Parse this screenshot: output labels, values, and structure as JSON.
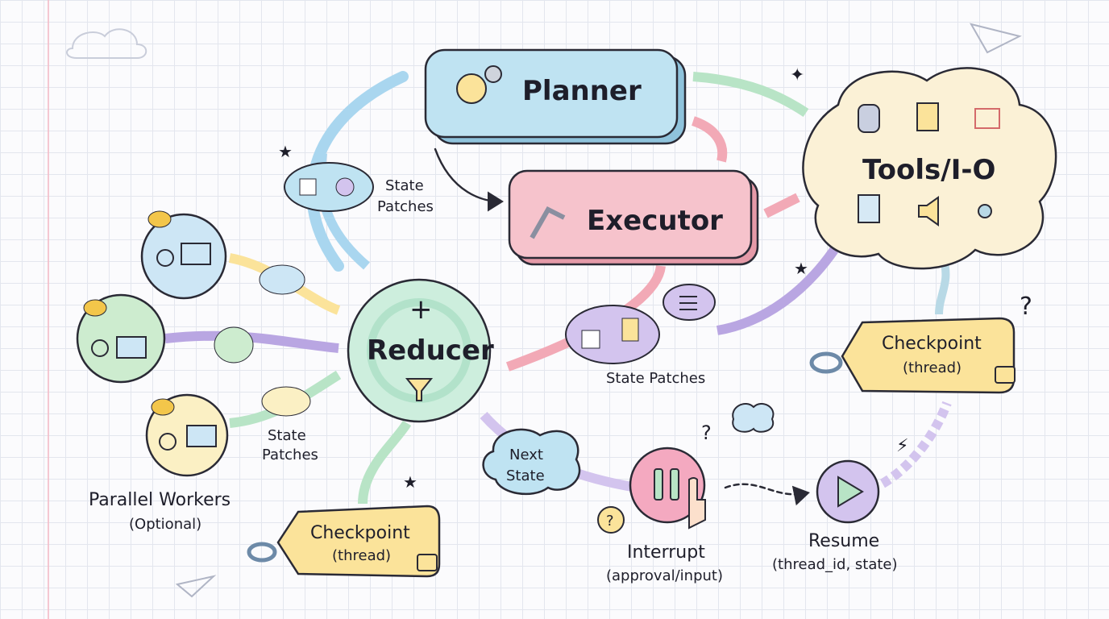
{
  "nodes": {
    "planner": "Planner",
    "executor": "Executor",
    "tools": "Tools/I-O",
    "reducer": "Reducer",
    "next_state": [
      "Next",
      "State"
    ],
    "interrupt": [
      "Interrupt",
      "(approval/input)"
    ],
    "resume": [
      "Resume",
      "(thread_id, state)"
    ],
    "checkpoint_right": [
      "Checkpoint",
      "(thread)"
    ],
    "checkpoint_bottom": [
      "Checkpoint",
      "(thread)"
    ],
    "parallel_workers": [
      "Parallel Workers",
      "(Optional)"
    ]
  },
  "labels": {
    "state_patches_top": [
      "State",
      "Patches"
    ],
    "state_patches_right": "State Patches",
    "state_patches_left": [
      "State",
      "Patches"
    ]
  },
  "colors": {
    "planner": "#bfe3f2",
    "executor": "#f6c3cc",
    "tools": "#fbf1d6",
    "reducer": "#cdeedd",
    "checkpoint": "#fbe39a",
    "interrupt": "#f4a9c0",
    "resume": "#d3c4ee",
    "worker_blue": "#cde6f5",
    "worker_green": "#cdeccf",
    "worker_yellow": "#fbf0c4",
    "arrow_purple": "#b9a6e2",
    "arrow_green": "#b8e4c6",
    "arrow_pink": "#f2a9b6"
  }
}
